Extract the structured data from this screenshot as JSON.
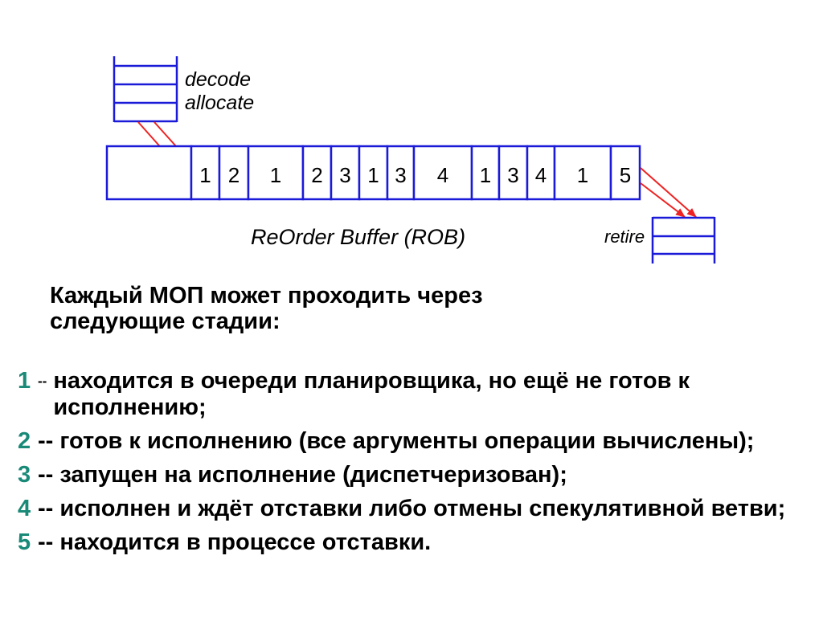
{
  "diagram": {
    "decode_label": "decode",
    "allocate_label": "allocate",
    "rob_label": "ReOrder Buffer (ROB)",
    "retire_label": "retire",
    "rob_cells": [
      "",
      "1",
      "2",
      "1",
      "2",
      "3",
      "1",
      "3",
      "4",
      "1",
      "3",
      "4",
      "1",
      "5"
    ],
    "colors": {
      "box": "#1a1ad8",
      "arrow": "#ee2222"
    }
  },
  "heading": {
    "line1": "Каждый МОП может проходить через",
    "line2": "следующие стадии:"
  },
  "stages": [
    {
      "num": "1",
      "sep": "--",
      "text": "находится в очереди планировщика, но ещё не готов к исполнению;"
    },
    {
      "num": "2",
      "sep": "--",
      "text": "готов к исполнению (все аргументы операции вычислены);"
    },
    {
      "num": "3",
      "sep": "--",
      "text": "запущен на исполнение (диспетчеризован);"
    },
    {
      "num": "4",
      "sep": "--",
      "text": "исполнен и ждёт отставки либо отмены спекулятивной ветви;"
    },
    {
      "num": "5",
      "sep": "--",
      "text": "находится в процессе отставки."
    }
  ],
  "colors": {
    "stage_number": "#1a8a78",
    "text": "#000000"
  }
}
